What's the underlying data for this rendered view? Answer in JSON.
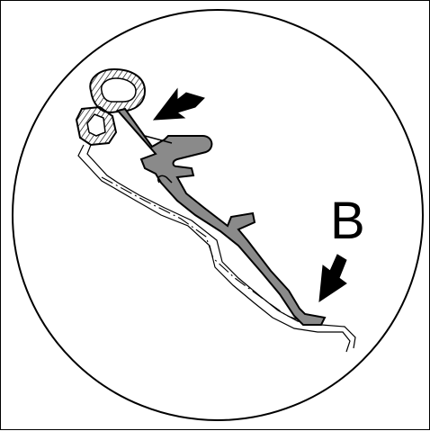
{
  "diagram": {
    "callout_letter": "B",
    "colors": {
      "line": "#000000",
      "background": "#ffffff",
      "seal_fill": "#8a8a8a",
      "hatch": "#000000"
    },
    "arrows": [
      {
        "name": "upper-arrow",
        "direction": "pointing-down-left"
      },
      {
        "name": "lower-arrow",
        "direction": "pointing-down-left"
      }
    ]
  }
}
